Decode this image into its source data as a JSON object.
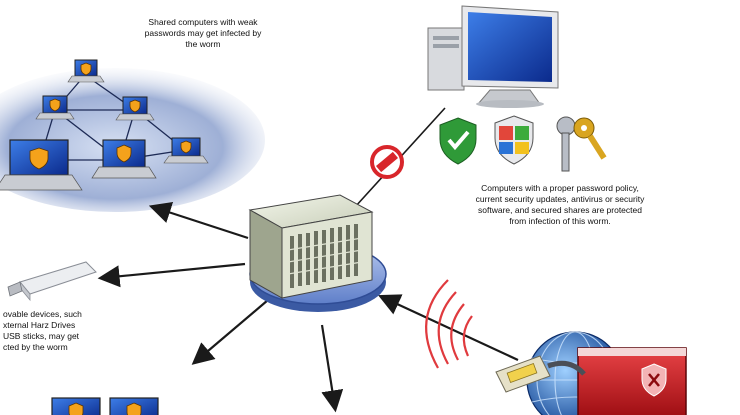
{
  "captions": {
    "shared_computers": [
      "Shared computers with weak",
      "passwords may get infected by",
      "the worm"
    ],
    "protected_computers": [
      "Computers with a proper password policy,",
      "current security updates, antivirus or security",
      "software, and secured shares are protected",
      "from infection of this worm."
    ],
    "removable_devices": [
      "ovable devices, such",
      "xternal Harz Drives",
      "USB sticks, may get",
      "cted by the worm"
    ]
  },
  "icons": {
    "central_device": "server-box-icon",
    "blocked": "no-entry-icon",
    "shield_green": "green-check-shield-icon",
    "shield_windows": "windows-shield-icon",
    "keys": "keys-icon",
    "usb": "usb-stick-icon",
    "internet": "globe-icon",
    "network_cable": "network-cable-icon",
    "signal": "wireless-signal-icon"
  },
  "colors": {
    "arrow": "#1a1a1a",
    "blocked_red": "#d8262b",
    "shield_green": "#2f9a38",
    "key_gold": "#d9a520",
    "screen_blue": "#1f3fb8",
    "red_window": "#c8161c"
  }
}
